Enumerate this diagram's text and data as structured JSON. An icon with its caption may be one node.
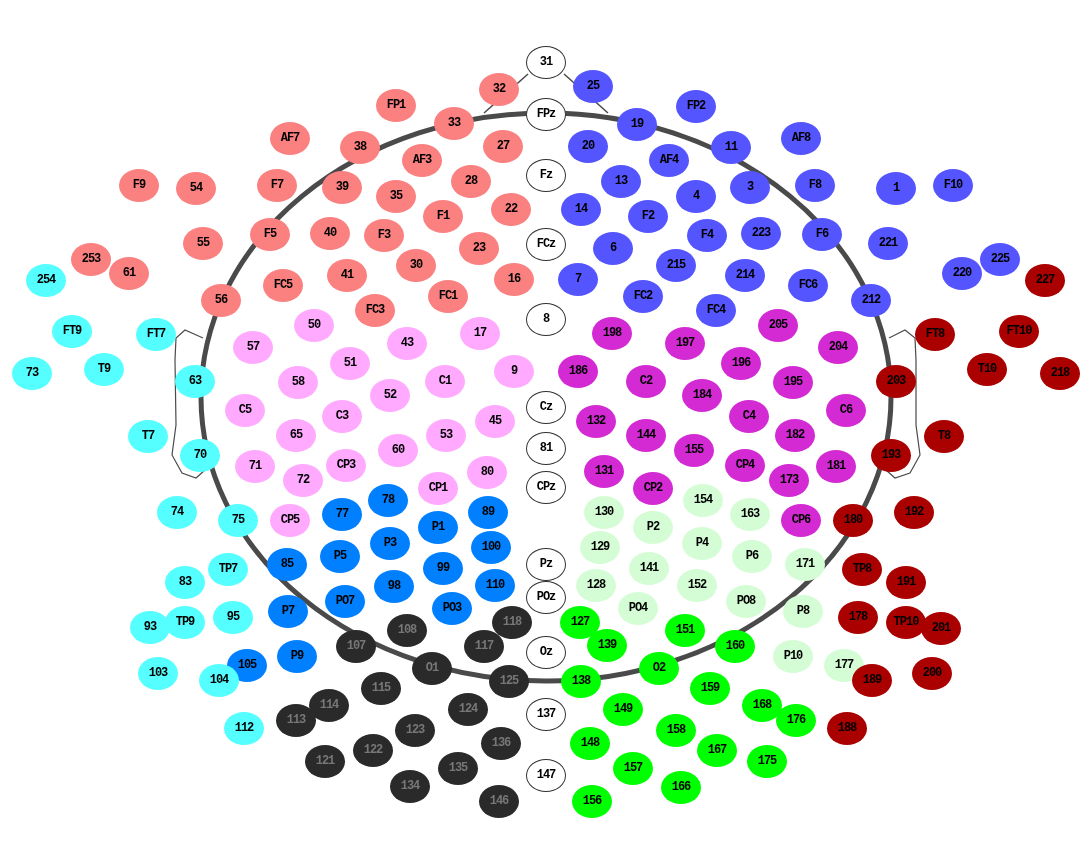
{
  "diagram": {
    "nodes": [
      {
        "text": [
          "31"
        ]
      },
      {
        "text": [
          "32"
        ]
      },
      {
        "text": [
          "25"
        ]
      },
      {
        "text": [
          "FP1"
        ]
      },
      {
        "text": [
          "FP2"
        ]
      },
      {
        "text": [
          "FPz"
        ]
      },
      {
        "text": [
          "33"
        ]
      },
      {
        "text": [
          "19"
        ]
      },
      {
        "text": [
          "AF7"
        ]
      },
      {
        "text": [
          "AF8"
        ]
      },
      {
        "text": [
          "38"
        ]
      },
      {
        "text": [
          "27"
        ]
      },
      {
        "text": [
          "20"
        ]
      },
      {
        "text": [
          "11"
        ]
      },
      {
        "text": [
          "AF3"
        ]
      },
      {
        "text": [
          "AF4"
        ]
      },
      {
        "text": [
          "Fz"
        ]
      },
      {
        "text": [
          "F9"
        ]
      },
      {
        "text": [
          "54"
        ]
      },
      {
        "text": [
          "F7"
        ]
      },
      {
        "text": [
          "39"
        ]
      },
      {
        "text": [
          "35"
        ]
      },
      {
        "text": [
          "28"
        ]
      },
      {
        "text": [
          "13"
        ]
      },
      {
        "text": [
          "4"
        ]
      },
      {
        "text": [
          "3"
        ]
      },
      {
        "text": [
          "F8"
        ]
      },
      {
        "text": [
          "1"
        ]
      },
      {
        "text": [
          "F10"
        ]
      },
      {
        "text": [
          "F1"
        ]
      },
      {
        "text": [
          "22"
        ]
      },
      {
        "text": [
          "14"
        ]
      },
      {
        "text": [
          "F2"
        ]
      },
      {
        "text": [
          "F5"
        ]
      },
      {
        "text": [
          "40"
        ]
      },
      {
        "text": [
          "F3"
        ]
      },
      {
        "text": [
          "FCz"
        ]
      },
      {
        "text": [
          "23"
        ]
      },
      {
        "text": [
          "6"
        ]
      },
      {
        "text": [
          "F4"
        ]
      },
      {
        "text": [
          "223"
        ]
      },
      {
        "text": [
          "F6"
        ]
      },
      {
        "text": [
          "55"
        ]
      },
      {
        "text": [
          "221"
        ]
      },
      {
        "text": [
          "253"
        ]
      },
      {
        "text": [
          "30"
        ]
      },
      {
        "text": [
          "215"
        ]
      },
      {
        "text": [
          "214"
        ]
      },
      {
        "text": [
          "225"
        ]
      },
      {
        "text": [
          "61"
        ]
      },
      {
        "text": [
          "254"
        ]
      },
      {
        "text": [
          "16"
        ]
      },
      {
        "text": [
          "7"
        ]
      },
      {
        "text": [
          "41"
        ]
      },
      {
        "text": [
          "FC5"
        ]
      },
      {
        "text": [
          "FC6"
        ]
      },
      {
        "text": [
          "220"
        ]
      },
      {
        "text": [
          "227"
        ]
      },
      {
        "text": [
          "FC1"
        ]
      },
      {
        "text": [
          "FC2"
        ]
      },
      {
        "text": [
          "56"
        ]
      },
      {
        "text": [
          "212"
        ]
      },
      {
        "text": [
          "FC3"
        ]
      },
      {
        "text": [
          "FC4"
        ]
      },
      {
        "text": [
          "8"
        ]
      },
      {
        "text": [
          "50"
        ]
      },
      {
        "text": [
          "205"
        ]
      },
      {
        "text": [
          "FT9"
        ]
      },
      {
        "text": [
          "FT7"
        ]
      },
      {
        "text": [
          "17"
        ]
      },
      {
        "text": [
          "198"
        ]
      },
      {
        "text": [
          "FT8"
        ]
      },
      {
        "text": [
          "FT10"
        ]
      },
      {
        "text": [
          "43"
        ]
      },
      {
        "text": [
          "197"
        ]
      },
      {
        "text": [
          "57"
        ]
      },
      {
        "text": [
          "204"
        ]
      },
      {
        "text": [
          "51"
        ]
      },
      {
        "text": [
          "196"
        ]
      },
      {
        "text": [
          "T9"
        ]
      },
      {
        "text": [
          "T10"
        ]
      },
      {
        "text": [
          "73"
        ]
      },
      {
        "text": [
          "9"
        ]
      },
      {
        "text": [
          "186"
        ]
      },
      {
        "text": [
          "218"
        ]
      },
      {
        "text": [
          "C1"
        ]
      },
      {
        "text": [
          "C2"
        ]
      },
      {
        "text": [
          "58"
        ]
      },
      {
        "text": [
          "63"
        ]
      },
      {
        "text": [
          "203"
        ]
      },
      {
        "text": [
          "195"
        ]
      },
      {
        "text": [
          "52"
        ]
      },
      {
        "text": [
          "184"
        ]
      },
      {
        "text": [
          "C5"
        ]
      },
      {
        "text": [
          "C3"
        ]
      },
      {
        "text": [
          "C4"
        ]
      },
      {
        "text": [
          "C6"
        ]
      },
      {
        "text": [
          "Cz"
        ]
      },
      {
        "text": [
          "132"
        ]
      },
      {
        "text": [
          "45"
        ]
      },
      {
        "text": [
          "T7"
        ]
      },
      {
        "text": [
          "T8"
        ]
      },
      {
        "text": [
          "65"
        ]
      },
      {
        "text": [
          "182"
        ]
      },
      {
        "text": [
          "53"
        ]
      },
      {
        "text": [
          "144"
        ]
      },
      {
        "text": [
          "60"
        ]
      },
      {
        "text": [
          "81"
        ]
      },
      {
        "text": [
          "155"
        ]
      },
      {
        "text": [
          "70"
        ]
      },
      {
        "text": [
          "193"
        ]
      },
      {
        "text": [
          "71"
        ]
      },
      {
        "text": [
          "CP3"
        ]
      },
      {
        "text": [
          "CP4"
        ]
      },
      {
        "text": [
          "181"
        ]
      },
      {
        "text": [
          "72"
        ]
      },
      {
        "text": [
          "173"
        ]
      },
      {
        "text": [
          "80"
        ]
      },
      {
        "text": [
          "131"
        ]
      },
      {
        "text": [
          "CP1"
        ]
      },
      {
        "text": [
          "CP2"
        ]
      },
      {
        "text": [
          "CPz"
        ]
      },
      {
        "text": [
          "78"
        ]
      },
      {
        "text": [
          "154"
        ]
      },
      {
        "text": [
          "89"
        ]
      },
      {
        "text": [
          "130"
        ]
      },
      {
        "text": [
          "74"
        ]
      },
      {
        "text": [
          "192"
        ]
      },
      {
        "text": [
          "163"
        ]
      },
      {
        "text": [
          "77"
        ]
      },
      {
        "text": [
          "75"
        ]
      },
      {
        "text": [
          "CP5"
        ]
      },
      {
        "text": [
          "180"
        ]
      },
      {
        "text": [
          "CP6"
        ]
      },
      {
        "text": [
          "P1"
        ]
      },
      {
        "text": [
          "P2"
        ]
      },
      {
        "text": [
          "P3"
        ]
      },
      {
        "text": [
          "P4"
        ]
      },
      {
        "text": [
          "129"
        ]
      },
      {
        "text": [
          "100"
        ]
      },
      {
        "text": [
          "85"
        ]
      },
      {
        "text": [
          "P5"
        ]
      },
      {
        "text": [
          "P6"
        ]
      },
      {
        "text": [
          "171"
        ]
      },
      {
        "text": [
          "Pz"
        ]
      },
      {
        "text": [
          "TP7"
        ]
      },
      {
        "text": [
          "TP8"
        ]
      },
      {
        "text": [
          "99"
        ]
      },
      {
        "text": [
          "141"
        ]
      },
      {
        "text": [
          "83"
        ]
      },
      {
        "text": [
          "98"
        ]
      },
      {
        "text": [
          "110"
        ]
      },
      {
        "text": [
          "128"
        ]
      },
      {
        "text": [
          "152"
        ]
      },
      {
        "text": [
          "191"
        ]
      },
      {
        "text": [
          "POz"
        ]
      },
      {
        "text": [
          "PO7"
        ]
      },
      {
        "text": [
          "PO8"
        ]
      },
      {
        "text": [
          "PO3"
        ]
      },
      {
        "text": [
          "PO4"
        ]
      },
      {
        "text": [
          "P7"
        ]
      },
      {
        "text": [
          "P8"
        ]
      },
      {
        "text": [
          "TP9"
        ]
      },
      {
        "text": [
          "95"
        ]
      },
      {
        "text": [
          "118"
        ]
      },
      {
        "text": [
          "127"
        ]
      },
      {
        "text": [
          "178"
        ]
      },
      {
        "text": [
          "TP10"
        ]
      },
      {
        "text": [
          "93"
        ]
      },
      {
        "text": [
          "201"
        ]
      },
      {
        "text": [
          "108"
        ]
      },
      {
        "text": [
          "151"
        ]
      },
      {
        "text": [
          "139"
        ]
      },
      {
        "text": [
          "117"
        ]
      },
      {
        "text": [
          "107"
        ]
      },
      {
        "text": [
          "160"
        ]
      },
      {
        "text": [
          "Oz"
        ]
      },
      {
        "text": [
          "P9"
        ]
      },
      {
        "text": [
          "P10"
        ]
      },
      {
        "text": [
          "105"
        ]
      },
      {
        "text": [
          "O1"
        ]
      },
      {
        "text": [
          "O2"
        ]
      },
      {
        "text": [
          "177"
        ]
      },
      {
        "text": [
          "103"
        ]
      },
      {
        "text": [
          "104"
        ]
      },
      {
        "text": [
          "200"
        ]
      },
      {
        "text": [
          "189"
        ]
      },
      {
        "text": [
          "125"
        ]
      },
      {
        "text": [
          "138"
        ]
      },
      {
        "text": [
          "115"
        ]
      },
      {
        "text": [
          "159"
        ]
      },
      {
        "text": [
          "114"
        ]
      },
      {
        "text": [
          "168"
        ]
      },
      {
        "text": [
          "149"
        ]
      },
      {
        "text": [
          "124"
        ]
      },
      {
        "text": [
          "137"
        ]
      },
      {
        "text": [
          "113"
        ]
      },
      {
        "text": [
          "176"
        ]
      },
      {
        "text": [
          "123"
        ]
      },
      {
        "text": [
          "112"
        ]
      },
      {
        "text": [
          "188"
        ]
      },
      {
        "text": [
          "158"
        ]
      },
      {
        "text": [
          "148"
        ]
      },
      {
        "text": [
          "136"
        ]
      },
      {
        "text": [
          "122"
        ]
      },
      {
        "text": [
          "167"
        ]
      },
      {
        "text": [
          "121"
        ]
      },
      {
        "text": [
          "175"
        ]
      },
      {
        "text": [
          "135"
        ]
      },
      {
        "text": [
          "157"
        ]
      },
      {
        "text": [
          "147"
        ]
      },
      {
        "text": [
          "134"
        ]
      },
      {
        "text": [
          "166"
        ]
      },
      {
        "text": [
          "146"
        ]
      },
      {
        "text": [
          "156"
        ]
      }
    ]
  }
}
